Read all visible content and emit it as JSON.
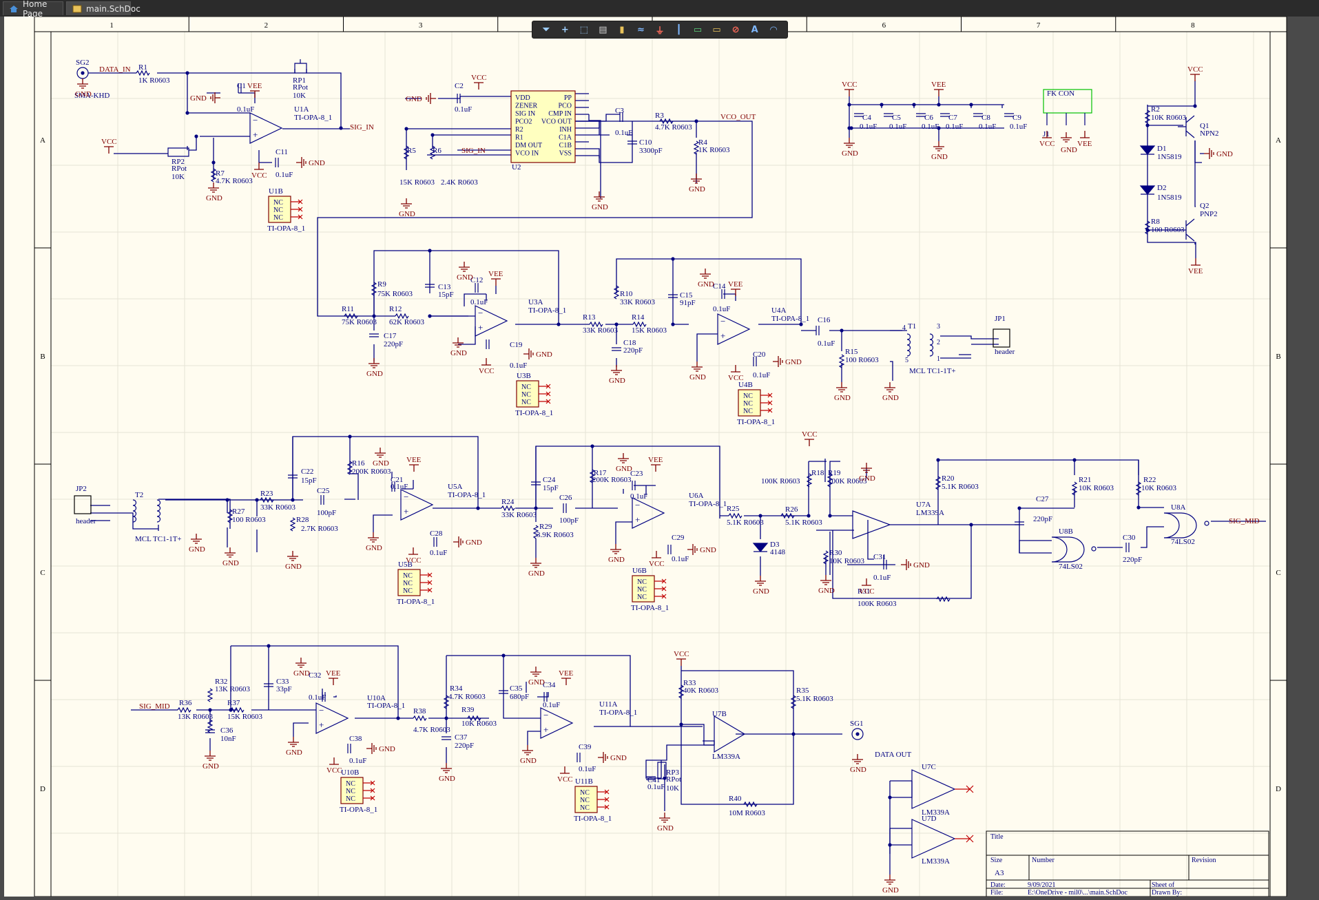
{
  "tabs": [
    {
      "label": "Home Page"
    },
    {
      "label": "main.SchDoc"
    }
  ],
  "toolbar": {
    "icons": [
      "filter-icon",
      "cross-probe-icon",
      "select-rect-icon",
      "align-icon",
      "component-icon",
      "wire-icon",
      "power-port-icon",
      "bus-icon",
      "net-label-icon",
      "port-icon",
      "no-erc-icon",
      "text-icon",
      "arc-icon"
    ]
  },
  "border": {
    "cols": [
      "1",
      "2",
      "3",
      "4",
      "5",
      "6",
      "7",
      "8"
    ],
    "rows": [
      "A",
      "B",
      "C",
      "D"
    ]
  },
  "colors": {
    "sheet": "#fffcf0",
    "wire": "#000080",
    "power": "#800000",
    "part": "#ffffc0",
    "border": "#000000"
  },
  "title_block": {
    "title": "Title",
    "size": "Size",
    "size_val": "A3",
    "number": "Number",
    "revision": "Revision",
    "date": "Date:",
    "date_val": "9/09/2021",
    "sheet": "Sheet  of",
    "file": "File:",
    "file_val": "E:\\OneDrive - mil0\\...\\main.SchDoc",
    "drawn": "Drawn By:"
  },
  "labels": {
    "sg2": "SG2",
    "sma": "SMA-KHD",
    "data_in": "DATA_IN",
    "sig_in": "SIG_IN",
    "sig_in2": "SIG_IN",
    "vco_out": "VCO_OUT",
    "sig_mid": "SIG_MID",
    "sig_mid2": "SIG_MID",
    "data_out": "DATA OUT",
    "sg1": "SG1",
    "fk_con": "FK CON",
    "j1": "J1",
    "r1": "R1",
    "r1v": "1K R0603",
    "rp1": "RP1",
    "rp1v": "RPot",
    "rp1k": "10K",
    "u1a": "U1A",
    "u1av": "TI-OPA-8_1",
    "c1": "C1",
    "c1v": "0.1uF",
    "c11": "C11",
    "c11v": "0.1uF",
    "rp2": "RP2",
    "rp2v": "RPot",
    "rp2k": "10K",
    "r7": "R7",
    "r7v": "4.7K R0603",
    "u1b": "U1B",
    "u1bv": "TI-OPA-8_1",
    "c2": "C2",
    "c2v": "0.1uF",
    "u2": "U2",
    "r5": "R5",
    "r5v": "15K R0603",
    "r6": "R6",
    "r6v": "2.4K R0603",
    "c3": "C3",
    "c3v": "0.1uF",
    "c10": "C10",
    "c10v": "3300pF",
    "r3": "R3",
    "r3v": "4.7K R0603",
    "r4": "R4",
    "r4v": "1K R0603",
    "c4": "C4",
    "c5": "C5",
    "c6": "C6",
    "c7": "C7",
    "c8": "C8",
    "c9": "C9",
    "cv": "0.1uF",
    "r2": "R2",
    "r2v": "10K R0603",
    "q1": "Q1",
    "q1v": "NPN2",
    "d1": "D1",
    "d1v": "1N5819",
    "d2": "D2",
    "d2v": "1N5819",
    "q2": "Q2",
    "q2v": "PNP2",
    "r8": "R8",
    "r8v": "100 R0603",
    "r11": "R11",
    "r11v": "75K R0603",
    "r9": "R9",
    "r9v": "75K R0603",
    "r12": "R12",
    "r12v": "62K R0603",
    "c13": "C13",
    "c13v": "15pF",
    "c12": "C12",
    "c12v": "0.1uF",
    "c17": "C17",
    "c17v": "220pF",
    "u3a": "U3A",
    "u3av": "TI-OPA-8_1",
    "c19": "C19",
    "c19v": "0.1uF",
    "u3b": "U3B",
    "u3bv": "TI-OPA-8_1",
    "r13": "R13",
    "r13v": "33K R0603",
    "r10": "R10",
    "r10v": "33K R0603",
    "r14": "R14",
    "r14v": "15K R0603",
    "c15": "C15",
    "c15v": "91pF",
    "c14": "C14",
    "c14v": "0.1uF",
    "c18": "C18",
    "c18v": "220pF",
    "u4a": "U4A",
    "u4av": "TI-OPA-8_1",
    "c20": "C20",
    "c20v": "0.1uF",
    "u4b": "U4B",
    "u4bv": "TI-OPA-8_1",
    "c16": "C16",
    "c16v": "0.1uF",
    "r15": "R15",
    "r15v": "100 R0603",
    "t1": "T1",
    "t1v": "MCL TC1-1T+",
    "jp1": "JP1",
    "jp1v": "header",
    "jp2": "JP2",
    "jp2v": "header",
    "t2": "T2",
    "t2v": "MCL TC1-1T+",
    "r27": "R27",
    "r27v": "100 R0603",
    "r23": "R23",
    "r23v": "33K R0603",
    "c22": "C22",
    "c22v": "15pF",
    "r28": "R28",
    "r28v": "2.7K R0603",
    "c25": "C25",
    "c25v": "100pF",
    "r16": "R16",
    "r16v": "200K R0603",
    "c21": "C21",
    "c21v": "0.1uF",
    "u5a": "U5A",
    "u5av": "TI-OPA-8_1",
    "c28": "C28",
    "c28v": "0.1uF",
    "u5b": "U5B",
    "u5bv": "TI-OPA-8_1",
    "r24": "R24",
    "r24v": "33K R0603",
    "c24": "C24",
    "c24v": "15pF",
    "r29": "R29",
    "r29v": "3.9K R0603",
    "c26": "C26",
    "c26v": "100pF",
    "r17": "R17",
    "r17v": "200K R0603",
    "c23": "C23",
    "c23v": "0.1uF",
    "u6a": "U6A",
    "u6av": "TI-OPA-8_1",
    "c29": "C29",
    "c29v": "0.1uF",
    "u6b": "U6B",
    "u6bv": "TI-OPA-8_1",
    "r25": "R25",
    "r25v": "5.1K R0603",
    "d3": "D3",
    "d3v": "4148",
    "r26": "R26",
    "r26v": "5.1K R0603",
    "r18": "R18",
    "r18v": "100K R0603",
    "r19": "R19",
    "r19v": "100K R0603",
    "r30": "R30",
    "r30v": "10K R0603",
    "c31": "C31",
    "c31v": "0.1uF",
    "u7a": "U7A",
    "u7av": "LM339A",
    "r20": "R20",
    "r20v": "5.1K R0603",
    "r31": "R31",
    "r31v": "100K R0603",
    "c27": "C27",
    "c27v": "220pF",
    "u8b": "U8B",
    "u8bv": "74LS02",
    "c30": "C30",
    "c30v": "220pF",
    "r21": "R21",
    "r21v": "10K R0603",
    "r22": "R22",
    "r22v": "10K R0603",
    "u8a": "U8A",
    "u8av": "74LS02",
    "r36": "R36",
    "r36v": "13K R0603",
    "r32": "R32",
    "r32v": "13K R0603",
    "r37": "R37",
    "r37v": "15K R0603",
    "c33": "C33",
    "c33v": "33pF",
    "c36": "C36",
    "c36v": "10nF",
    "c32": "C32",
    "c32v": "0.1uF",
    "u10a": "U10A",
    "u10av": "TI-OPA-8_1",
    "c38": "C38",
    "c38v": "0.1uF",
    "u10b": "U10B",
    "u10bv": "TI-OPA-8_1",
    "r38": "R38",
    "r38v": "4.7K R0603",
    "r34": "R34",
    "r34v": "4.7K R0603",
    "r39": "R39",
    "r39v": "10K R0603",
    "c35": "C35",
    "c35v": "680pF",
    "c37": "C37",
    "c37v": "220pF",
    "c34": "C34",
    "c34v": "0.1uF",
    "u11a": "U11A",
    "u11av": "TI-OPA-8_1",
    "c39": "C39",
    "c39v": "0.1uF",
    "u11b": "U11B",
    "u11bv": "TI-OPA-8_1",
    "r33": "R33",
    "r33v": "40K R0603",
    "u7b": "U7B",
    "u7bv": "LM339A",
    "r35": "R35",
    "r35v": "5.1K R0603",
    "c41": "C41",
    "c41v": "0.1uF",
    "rp3": "RP3",
    "rp3v": "RPot",
    "rp3k": "10K",
    "r40": "R40",
    "r40v": "10M R0603",
    "u7c": "U7C",
    "u7cv": "LM339A",
    "u7d": "U7D",
    "u7dv": "LM339A",
    "nc": "NC",
    "vcc": "VCC",
    "vee": "VEE",
    "gnd": "GND",
    "u2pins": [
      "VDD",
      "ZENER",
      "SIG IN",
      "PCO2",
      "R2",
      "R1",
      "DM OUT",
      "VCO IN"
    ],
    "u2pinsR": [
      "PP",
      "PCO",
      "CMP IN",
      "VCO OUT",
      "INH",
      "C1A",
      "C1B",
      "VSS"
    ]
  }
}
